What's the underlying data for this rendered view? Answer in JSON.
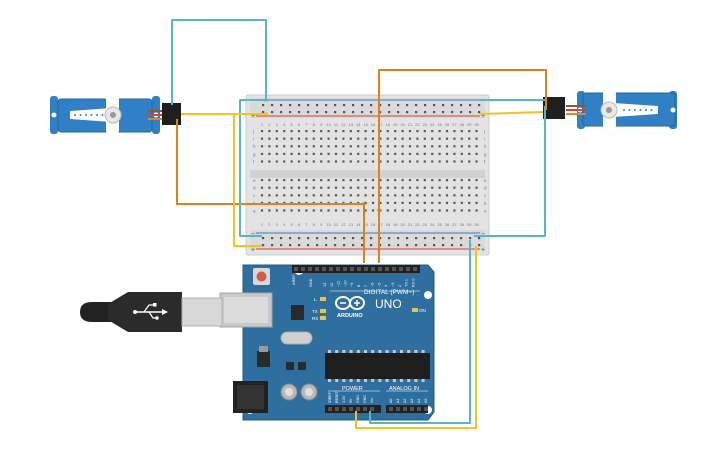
{
  "board": {
    "digital_label": "DIGITAL (PWM~)",
    "uno_label": "UNO",
    "arduino_label": "ARDUINO",
    "power_label": "POWER",
    "analog_label": "ANALOG IN",
    "on_label": "ON",
    "l_label": "L",
    "tx_label": "TX",
    "rx_label": "RX",
    "aref_label": "AREF",
    "gnd_label": "GND",
    "digital_pins": [
      "13",
      "12",
      "~11",
      "~10",
      "~9",
      "8",
      "7",
      "~6",
      "~5",
      "4",
      "~3",
      "2",
      "TX 1",
      "RX 0"
    ],
    "power_pins": [
      "IOREF",
      "RESET",
      "3.3V",
      "5V",
      "GND",
      "GND",
      "Vin"
    ],
    "analog_pins": [
      "A0",
      "A1",
      "A2",
      "A3",
      "A4",
      "A5"
    ]
  },
  "breadboard": {
    "rail_plus": "+",
    "rail_minus": "−",
    "row_letters_top": [
      "j",
      "i",
      "h",
      "g",
      "f"
    ],
    "row_letters_bottom": [
      "e",
      "d",
      "c",
      "b",
      "a"
    ],
    "column_numbers": [
      "1",
      "2",
      "3",
      "4",
      "5",
      "6",
      "7",
      "8",
      "9",
      "10",
      "11",
      "12",
      "13",
      "14",
      "15",
      "16",
      "17",
      "18",
      "19",
      "20",
      "21",
      "22",
      "23",
      "24",
      "25",
      "26",
      "27",
      "28",
      "29",
      "30"
    ]
  },
  "colors": {
    "board_blue": "#2f6f9f",
    "servo_blue": "#2f80c4",
    "wire_cyan": "#5bb6c4",
    "wire_orange": "#d9821e",
    "wire_yellow": "#f2c31f",
    "wire_brown": "#8a5a2b",
    "rail_red": "#d94040",
    "rail_blue": "#3f7fc0"
  }
}
